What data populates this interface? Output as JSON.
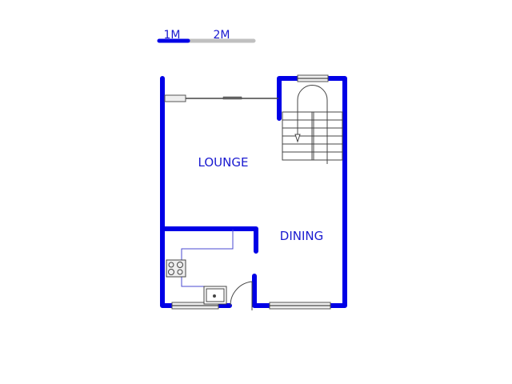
{
  "scale_bar": {
    "label_1": "1M",
    "label_2": "2M"
  },
  "rooms": {
    "lounge": "LOUNGE",
    "dining": "DINING"
  },
  "colors": {
    "wall": "#0000e6",
    "fixture": "#444444",
    "counter": "#4a4ad0",
    "scale_gray": "#c0c0c0"
  }
}
